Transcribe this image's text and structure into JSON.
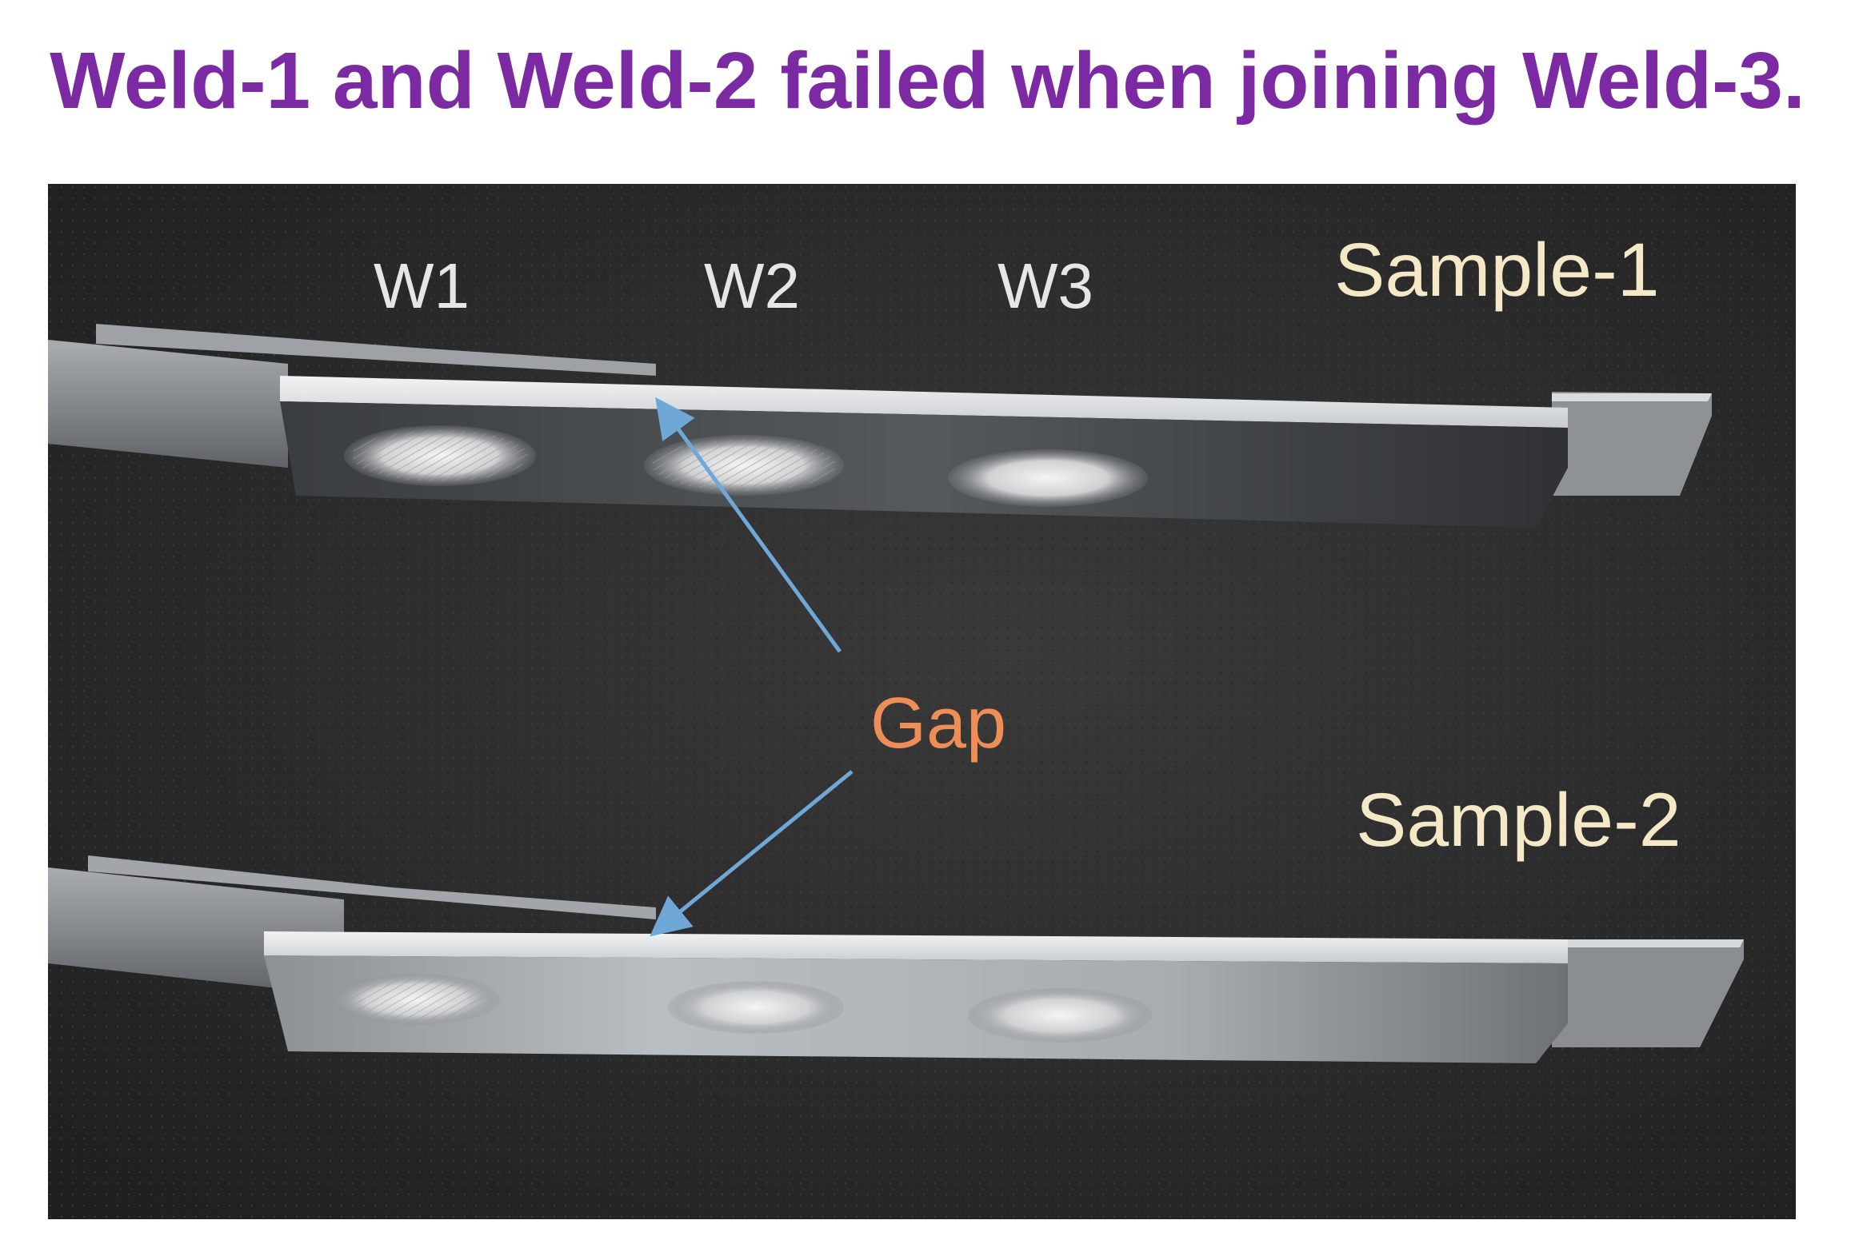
{
  "title": "Weld-1 and Weld-2 failed when joining Weld-3.",
  "photo": {
    "labels": {
      "w1": "W1",
      "w2": "W2",
      "w3": "W3",
      "sample1": "Sample-1",
      "sample2": "Sample-2",
      "gap": "Gap"
    }
  },
  "colors": {
    "title": "#7b2aa3",
    "weld_labels": "#e6e6e6",
    "sample_labels": "#f4e8c6",
    "gap_label": "#ef8d57",
    "arrows": "#6fa8d6",
    "background": "#2c2c2c",
    "metal": "#b7bcc0"
  }
}
